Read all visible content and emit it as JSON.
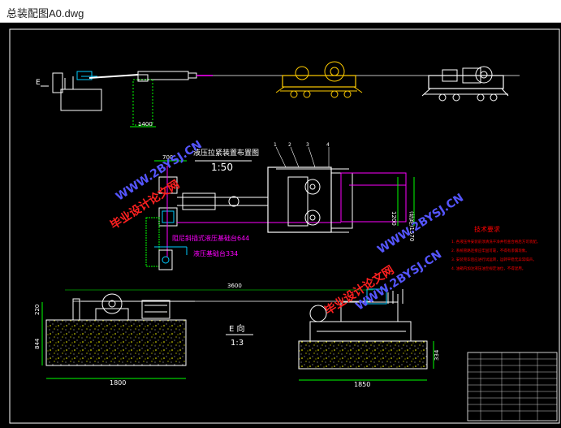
{
  "window": {
    "title": "总装配图A0.dwg"
  },
  "colors": {
    "background": "#000000",
    "frame": "#ffffff",
    "machine": "#ffffff",
    "cart": "#ffcc00",
    "dims": "#00ff00",
    "hydraulic": "#00ccff",
    "concrete": "#ffff00",
    "notes": "#ff0000",
    "magenta": "#ff00ff",
    "watermark_red": "#ff2020",
    "watermark_blue": "#5555ff"
  },
  "labels": {
    "view_e_top": "E",
    "dim_1400": "1400",
    "dim_700": "700",
    "hydraulic_caption": "液压拉紧装置布置图",
    "scale_150": "1:50",
    "dim_1200": "1200",
    "dim_1570": "(轨距)1570",
    "label_644": "阻尼斜插式液压基础台644",
    "label_334": "液压基础台334",
    "dim_3600": "3600",
    "dim_220": "220",
    "dim_844": "844",
    "view_e": "E 向",
    "scale_13": "1:3",
    "dim_1800": "1800",
    "dim_1850": "1850",
    "dim_334": "334",
    "tech_title": "技术要求",
    "tech_1": "1. 各液压件安装前须清洗干净并检查合格后方可装配。",
    "tech_2": "2. 系统管路连接应牢固可靠，不得有渗漏现象。",
    "tech_3": "3. 安装完毕后应进行试运转，运转平稳无异常噪声。",
    "tech_4": "4. 油箱内加注液压油至规定油位，不得混用。"
  },
  "watermarks": {
    "text_cn": "毕业设计论文网",
    "text_url": "WWW.2BYSJ.CN"
  },
  "callouts": [
    "1",
    "2",
    "3",
    "4"
  ]
}
